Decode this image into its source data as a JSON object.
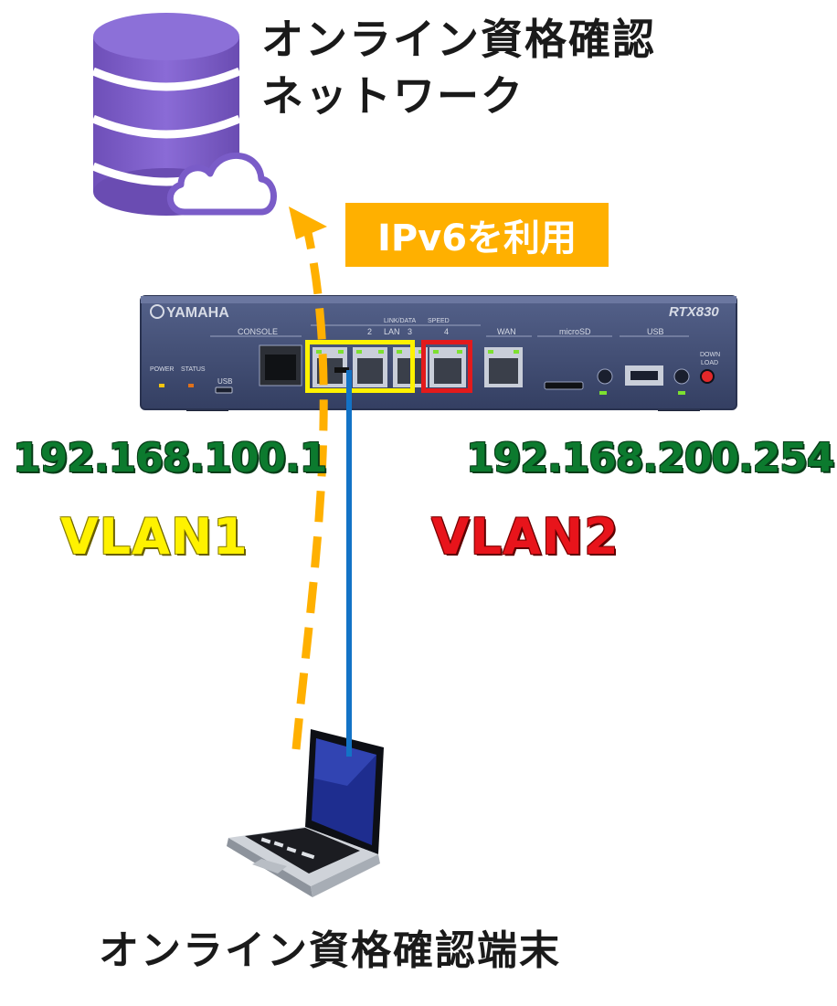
{
  "network": {
    "title_line1": "オンライン資格確認",
    "title_line2": "ネットワーク"
  },
  "ipv6_label": "IPv6を利用",
  "router": {
    "brand": "YAMAHA",
    "model": "RTX830",
    "console_label": "CONSOLE",
    "usb_small_label": "USB",
    "lan_header": "LINK/DATA",
    "speed_label": "SPEED",
    "lan_label": "LAN",
    "port_2": "2",
    "port_3": "3",
    "port_4": "4",
    "wan_label": "WAN",
    "microsd_label": "microSD",
    "usb_label": "USB",
    "power_label": "POWER",
    "status_label": "STATUS",
    "download_line1": "DOWN",
    "download_line2": "LOAD"
  },
  "vlan1": {
    "ip": "192.168.100.1",
    "name": "VLAN1"
  },
  "vlan2": {
    "ip": "192.168.200.254",
    "name": "VLAN2"
  },
  "terminal_label": "オンライン資格確認端末",
  "colors": {
    "purple": "#7b5ac6",
    "orange": "#ffb000",
    "cable_blue": "#1373c6",
    "vlan1_box": "#fff200",
    "vlan2_box": "#e31a1c",
    "router_body": "#3f4c73"
  }
}
